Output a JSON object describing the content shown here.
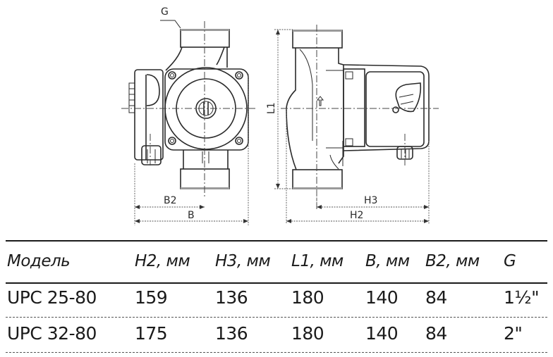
{
  "drawing": {
    "title": "Pump dimensional drawing",
    "front_view_labels": {
      "thread": "G",
      "b2": "B2",
      "b": "B"
    },
    "side_view_labels": {
      "l1": "L1",
      "h3": "H3",
      "h2": "H2"
    }
  },
  "table": {
    "columns": [
      "Модель",
      "H2, мм",
      "H3, мм",
      "L1, мм",
      "B, мм",
      "B2, мм",
      "G"
    ],
    "rows": [
      [
        "UPC 25-80",
        "159",
        "136",
        "180",
        "140",
        "84",
        "1½\""
      ],
      [
        "UPC 32-80",
        "175",
        "136",
        "180",
        "140",
        "84",
        "2\""
      ]
    ]
  }
}
